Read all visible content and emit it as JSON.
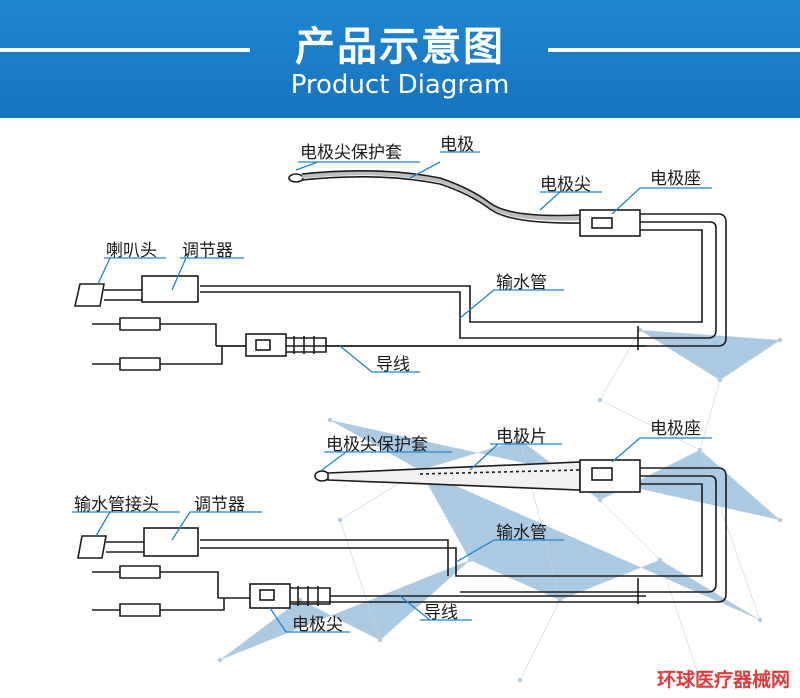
{
  "header": {
    "title_cn": "产品示意图",
    "title_en": "Product Diagram"
  },
  "top_labels": {
    "tip_cover": "电极尖保护套",
    "electrode": "电极",
    "electrode_tip": "电极尖",
    "electrode_base": "电极座",
    "horn_head": "喇叭头",
    "regulator": "调节器",
    "water_pipe": "输水管",
    "wire": "导线"
  },
  "bottom_labels": {
    "tip_cover": "电极尖保护套",
    "electrode_blade": "电极片",
    "electrode_base": "电极座",
    "water_connector": "输水管接头",
    "regulator": "调节器",
    "water_pipe": "输水管",
    "wire": "导线",
    "electrode_tip": "电极尖"
  },
  "watermark": "环球医疗器械网",
  "colors": {
    "banner": "#1a7cc9",
    "line": "#1c1c1c",
    "accent": "#1f86d2",
    "network": "#8fb6d6"
  }
}
